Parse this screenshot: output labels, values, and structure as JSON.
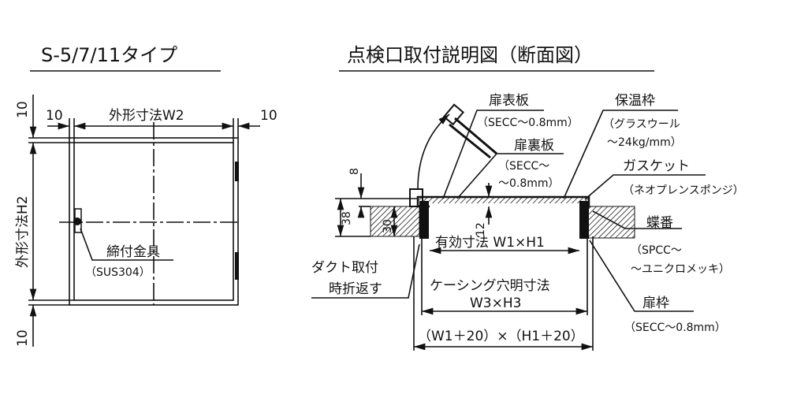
{
  "left_view": {
    "title": "S-5/7/11タイプ",
    "dim_top": "10",
    "dim_bottom": "10",
    "dim_left": "10",
    "dim_right": "10",
    "width_label": "外形寸法W2",
    "height_label": "外形寸法H2",
    "fastener_label": "締付金具",
    "fastener_material": "（SUS304）"
  },
  "section_view": {
    "title": "点検口取付説明図（断面図）",
    "door_face_label": "扉表板",
    "door_face_material": "（SECC～0.8mm）",
    "door_back_label": "扉裏板",
    "door_back_material_1": "（SECC～",
    "door_back_material_2": "～0.8mm）",
    "insulation_label": "保温枠",
    "insulation_material_1": "（グラスウール",
    "insulation_material_2": "～24kg/mm）",
    "gasket_label": "ガスケット",
    "gasket_material": "（ネオプレンスポンジ）",
    "hinge_label": "蝶番",
    "hinge_material_1": "（SPCC～",
    "hinge_material_2": "～ユニクロメッキ）",
    "frame_label": "扉枠",
    "frame_material": "（SECC～0.8mm）",
    "duct_note_1": "ダクト取付",
    "duct_note_2": "時折返す",
    "dim_8": "8",
    "dim_38": "38",
    "dim_30": "30",
    "dim_12": "12",
    "effective_size": "有効寸法 W1×H1",
    "casing_hole_label": "ケーシング穴明寸法",
    "casing_hole_size": "W3×H3",
    "outer_size": "（W1＋20）×（H1＋20）"
  }
}
